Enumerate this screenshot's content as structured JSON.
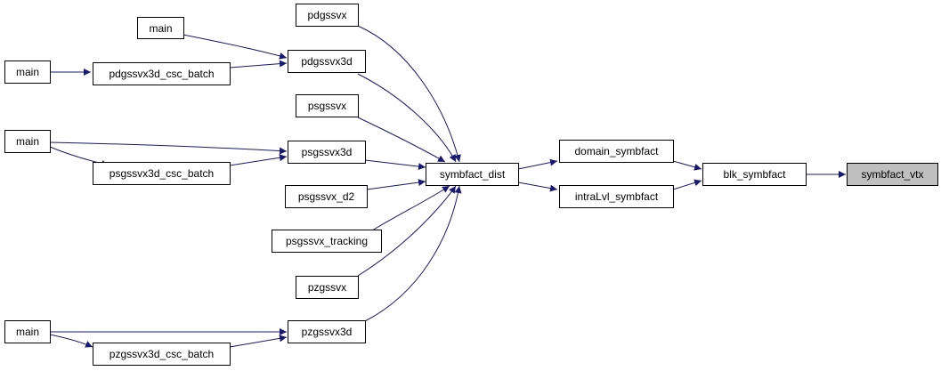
{
  "colors": {
    "edge": "#191970",
    "current_fill": "#bfbfbf",
    "node_border": "#000000"
  },
  "nodes": {
    "main_a": "main",
    "main_b": "main",
    "main_c": "main",
    "main_d": "main",
    "pdgssvx": "pdgssvx",
    "pdgssvx3d": "pdgssvx3d",
    "pdgssvx3d_csc_batch": "pdgssvx3d_csc_batch",
    "psgssvx": "psgssvx",
    "psgssvx3d": "psgssvx3d",
    "psgssvx3d_csc_batch": "psgssvx3d_csc_batch",
    "psgssvx_d2": "psgssvx_d2",
    "psgssvx_tracking": "psgssvx_tracking",
    "pzgssvx": "pzgssvx",
    "pzgssvx3d": "pzgssvx3d",
    "pzgssvx3d_csc_batch": "pzgssvx3d_csc_batch",
    "symbfact_dist": "symbfact_dist",
    "domain_symbfact": "domain_symbfact",
    "intraLvl_symbfact": "intraLvl_symbfact",
    "blk_symbfact": "blk_symbfact",
    "symbfact_vtx": "symbfact_vtx"
  }
}
